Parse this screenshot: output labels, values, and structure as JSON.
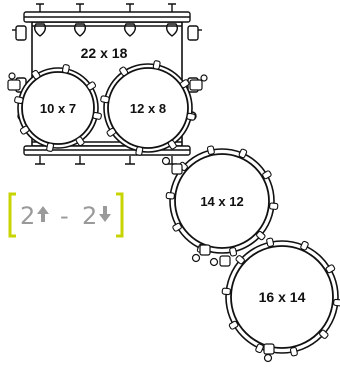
{
  "diagram": {
    "colors": {
      "line": "#111111",
      "bracket": "#c8d400",
      "config_text": "#9a9a9a",
      "background": "#ffffff"
    },
    "drums": [
      {
        "id": "bass",
        "label": "22 x 18"
      },
      {
        "id": "tom1",
        "label": "10 x 7"
      },
      {
        "id": "tom2",
        "label": "12 x 8"
      },
      {
        "id": "floor1",
        "label": "14 x 12"
      },
      {
        "id": "floor2",
        "label": "16 x 14"
      }
    ],
    "configuration": {
      "up_count": "2",
      "separator": "-",
      "down_count": "2",
      "up_icon": "up-arrow-icon",
      "down_icon": "down-arrow-icon"
    }
  }
}
